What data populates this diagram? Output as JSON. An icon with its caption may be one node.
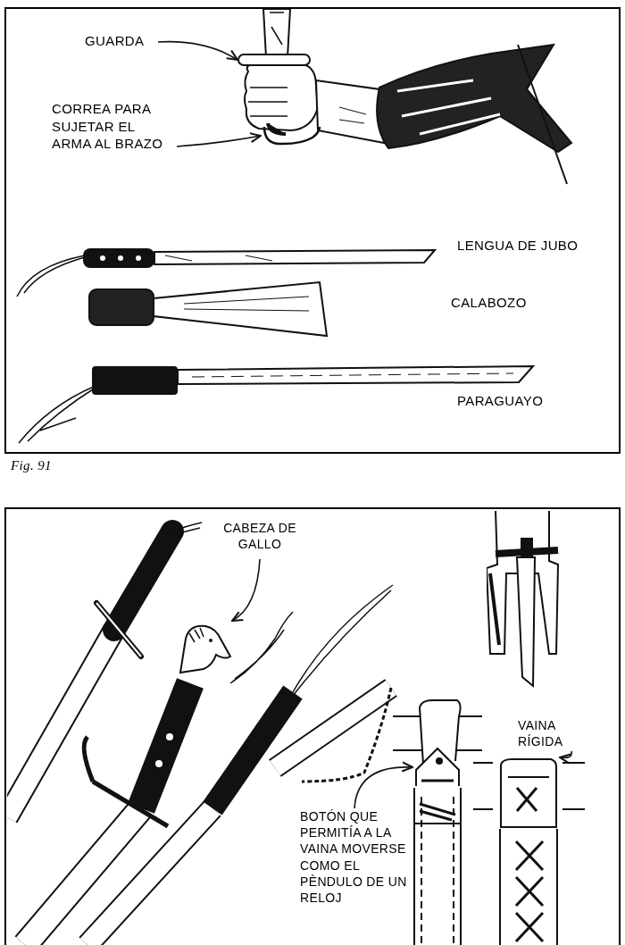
{
  "diagram": {
    "nodes": [
      {
        "text": [
          "GUARDA"
        ]
      },
      {
        "text": [],
        "shape": "bar"
      },
      {
        "text": [
          "CORREA PARA SUJETAR EL ARMA AL BRAZO"
        ]
      },
      {
        "text": [],
        "shape": "picture"
      },
      {
        "text": [
          "CABEZA DE GALLO"
        ]
      },
      {
        "text": [],
        "shape": "picture"
      },
      {
        "text": [
          "BOTÓN QUE PERMITÍA A LA VAINA MOVERSE COMO EL PÈNDULO DE UN RELOJ"
        ]
      },
      {
        "text": [],
        "shape": "picture"
      },
      {
        "text": [
          "VAINA RÍGIDA"
        ]
      },
      {
        "text": [],
        "shape": "picture"
      }
    ],
    "edges": [
      {
        "from": 0,
        "to": 1,
        "arrow": "to"
      },
      {
        "from": 2,
        "to": 3,
        "arrow": "to"
      },
      {
        "from": 4,
        "to": 5,
        "arrow": "to"
      },
      {
        "from": 6,
        "to": 7,
        "arrow": "to"
      },
      {
        "from": 8,
        "to": 9,
        "arrow": "to"
      }
    ],
    "labels": [
      "LENGUA DE JUBO",
      "CALABOZO",
      "PARAGUAYO",
      "Fig. 91"
    ]
  }
}
